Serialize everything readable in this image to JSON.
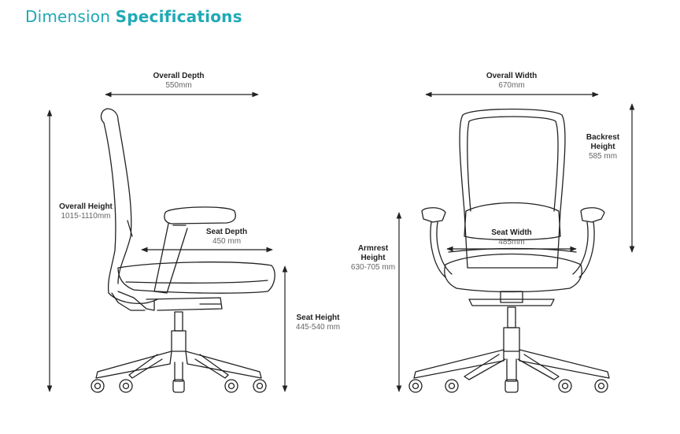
{
  "title": {
    "regular": "Dimension",
    "bold": "Specifications"
  },
  "colors": {
    "accent": "#1fa9b6",
    "line": "#222222"
  },
  "dimensions": {
    "overall_depth": {
      "name": "Overall Depth",
      "value": "550mm"
    },
    "overall_height": {
      "name": "Overall Height",
      "value": "1015-1110mm"
    },
    "seat_depth": {
      "name": "Seat Depth",
      "value": "450 mm"
    },
    "seat_height": {
      "name": "Seat Height",
      "value": "445-540 mm"
    },
    "overall_width": {
      "name": "Overall Width",
      "value": "670mm"
    },
    "backrest_height": {
      "name_line1": "Backrest",
      "name_line2": "Height",
      "value": "585 mm"
    },
    "armrest_height": {
      "name_line1": "Armrest",
      "name_line2": "Height",
      "value": "630-705 mm"
    },
    "seat_width": {
      "name": "Seat Width",
      "value": "485mm"
    }
  }
}
